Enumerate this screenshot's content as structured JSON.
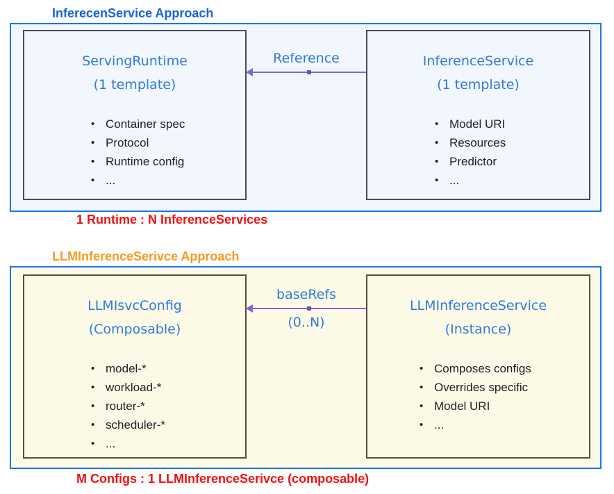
{
  "colors": {
    "page-bg": "#ffffff",
    "outer-border": "#1a74e8",
    "section1-fill": "#f2f6fd",
    "section2-fill": "#fdf9e7",
    "inner-border-1": "#474d57",
    "inner-border-2": "#56513b",
    "heading-blue": "#2e7bd6",
    "title-blue": "#1666d1",
    "title-orange": "#f59b23",
    "caption-red": "#ee1111",
    "arrow-purple": "#8465d6",
    "arrow-purple-dark": "#6b51c4",
    "body-text": "#202124"
  },
  "sections": [
    {
      "title": "InferecenService Approach",
      "caption": "1 Runtime : N InferenceServices",
      "left_box": {
        "title": "ServingRuntime",
        "subtitle": "(1 template)",
        "bullets": [
          "Container spec",
          "Protocol",
          "Runtime config",
          "..."
        ]
      },
      "right_box": {
        "title": "InferenceService",
        "subtitle": "(1 template)",
        "bullets": [
          "Model URI",
          "Resources",
          "Predictor",
          "..."
        ]
      },
      "arrow": {
        "label": "Reference",
        "sublabel": ""
      }
    },
    {
      "title": "LLMInferenceSerivce Approach",
      "caption": "M Configs : 1 LLMInferenceSerivce (composable)",
      "left_box": {
        "title": "LLMIsvcConfig",
        "subtitle": "(Composable)",
        "bullets": [
          "model-*",
          "workload-*",
          "router-*",
          "scheduler-*",
          "..."
        ]
      },
      "right_box": {
        "title": "LLMInferenceService",
        "subtitle": "(Instance)",
        "bullets": [
          "Composes configs",
          "Overrides specific",
          "Model URI",
          "..."
        ]
      },
      "arrow": {
        "label": "baseRefs",
        "sublabel": "(0..N)"
      }
    }
  ]
}
